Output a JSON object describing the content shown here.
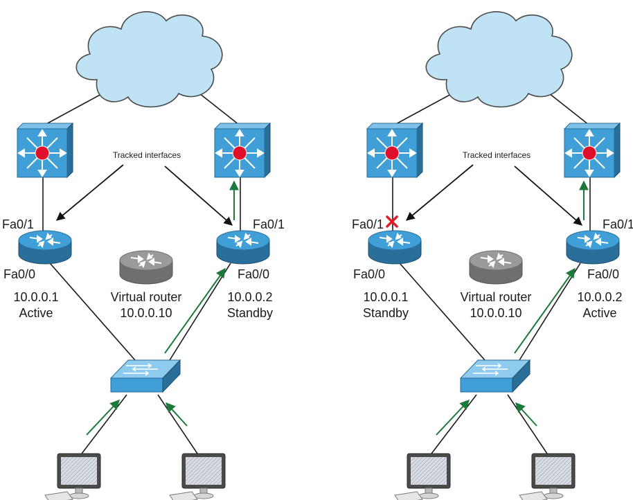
{
  "colors": {
    "cloud": "#bfe3f5",
    "cloud_stroke": "#4a4a4a",
    "device_blue": "#3f9fd6",
    "device_blue_dark": "#2a6e9a",
    "hub_red": "#e0102b",
    "arrow_green": "#1b7a3a",
    "fail_x": "#e31b23",
    "virtual_gray": "#9a9a9a"
  },
  "icons": {
    "cloud": "cloud-icon",
    "multilayer_switch": "multilayer-switch-icon",
    "router": "router-icon",
    "virtual_router": "virtual-router-icon",
    "switch": "switch-icon",
    "workstation": "workstation-icon",
    "failure": "failure-x-icon"
  },
  "diagrams": [
    {
      "tracked_label": "Tracked interfaces",
      "virtual_router": {
        "label": "Virtual router",
        "ip": "10.0.0.10"
      },
      "left_router": {
        "upper_if": "Fa0/1",
        "lower_if": "Fa0/0",
        "ip": "10.0.0.1",
        "role": "Active",
        "uplink_failed": false
      },
      "right_router": {
        "upper_if": "Fa0/1",
        "lower_if": "Fa0/0",
        "ip": "10.0.0.2",
        "role": "Standby"
      }
    },
    {
      "tracked_label": "Tracked interfaces",
      "virtual_router": {
        "label": "Virtual router",
        "ip": "10.0.0.10"
      },
      "left_router": {
        "upper_if": "Fa0/1",
        "lower_if": "Fa0/0",
        "ip": "10.0.0.1",
        "role": "Standby",
        "uplink_failed": true
      },
      "right_router": {
        "upper_if": "Fa0/1",
        "lower_if": "Fa0/0",
        "ip": "10.0.0.2",
        "role": "Active"
      }
    }
  ]
}
